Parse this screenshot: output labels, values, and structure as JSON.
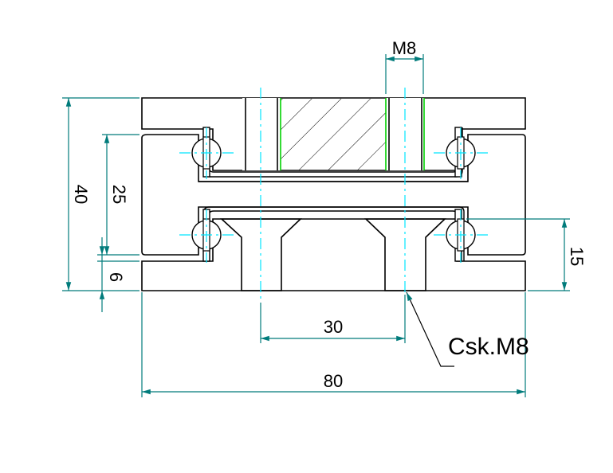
{
  "drawing": {
    "dimensions": {
      "thread_top": "M8",
      "overall_height": "40",
      "rail_height": "25",
      "base_offset": "6",
      "bottom_height": "15",
      "hole_spacing": "30",
      "overall_width": "80"
    },
    "annotation": "Csk.M8",
    "colors": {
      "dimension": "#007b7b",
      "hatch_red": "#e00000",
      "hatch_black": "#000000",
      "centerline": "#00e5ff",
      "thread": "#00d000",
      "outline": "#000000"
    }
  }
}
